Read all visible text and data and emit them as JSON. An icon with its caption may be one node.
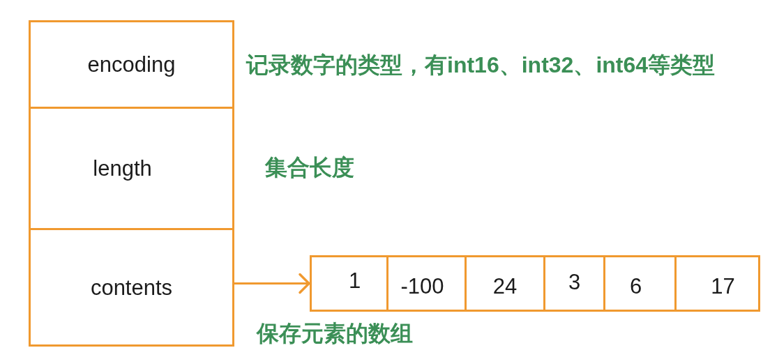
{
  "diagram": {
    "nodes": [
      {
        "text": [
          "encoding"
        ],
        "beside": [
          "记录数字的类型，有int16、int32、int64等类型"
        ]
      },
      {
        "text": [
          "length"
        ],
        "beside": [
          "集合长度"
        ]
      },
      {
        "text": [
          "contents"
        ]
      },
      {
        "text": [],
        "shape": "box",
        "beside": [
          "保存元素的数组"
        ]
      },
      {
        "text": [
          "1"
        ],
        "in": 3
      },
      {
        "text": [
          "-100"
        ],
        "in": 3
      },
      {
        "text": [
          "24"
        ],
        "in": 3
      },
      {
        "text": [
          "3"
        ],
        "in": 3
      },
      {
        "text": [
          "6"
        ],
        "in": 3
      },
      {
        "text": [
          "17"
        ],
        "in": 3
      }
    ],
    "edges": [
      {
        "from": 2,
        "to": 3,
        "arrow": "to"
      }
    ]
  }
}
